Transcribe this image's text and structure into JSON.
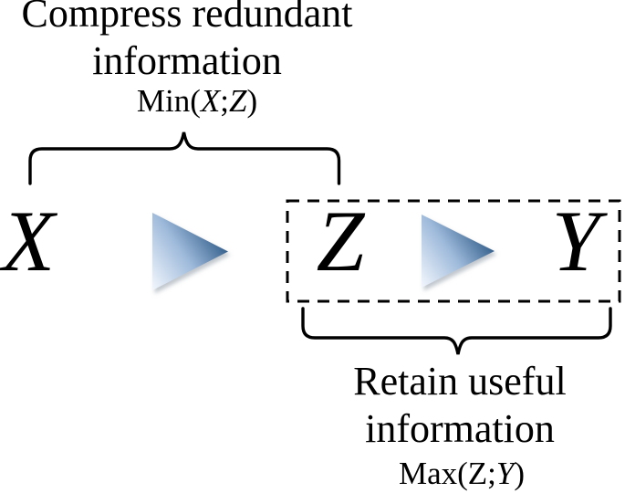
{
  "top_annotation": {
    "caption_line1": "Compress redundant",
    "caption_line2": "information",
    "formula": {
      "prefix": "Min(",
      "var1": "X",
      "separator": ";",
      "var2": "Z",
      "suffix": ")"
    }
  },
  "bottom_annotation": {
    "caption_line1": "Retain useful",
    "caption_line2": "information",
    "formula": {
      "prefix": "Max(",
      "var1": "Z",
      "separator": ";",
      "var2": "Y",
      "suffix": ")"
    }
  },
  "nodes": {
    "source": "X",
    "bottleneck": "Z",
    "target": "Y"
  },
  "colors": {
    "background": "#ffffff",
    "text": "#000000",
    "line": "#000000",
    "arrow_gradient_light": "#f3f7fd",
    "arrow_gradient_mid": "#9db9da",
    "arrow_gradient_dark": "#1f4e7c",
    "arrow_shadow": "#8c98a4"
  }
}
